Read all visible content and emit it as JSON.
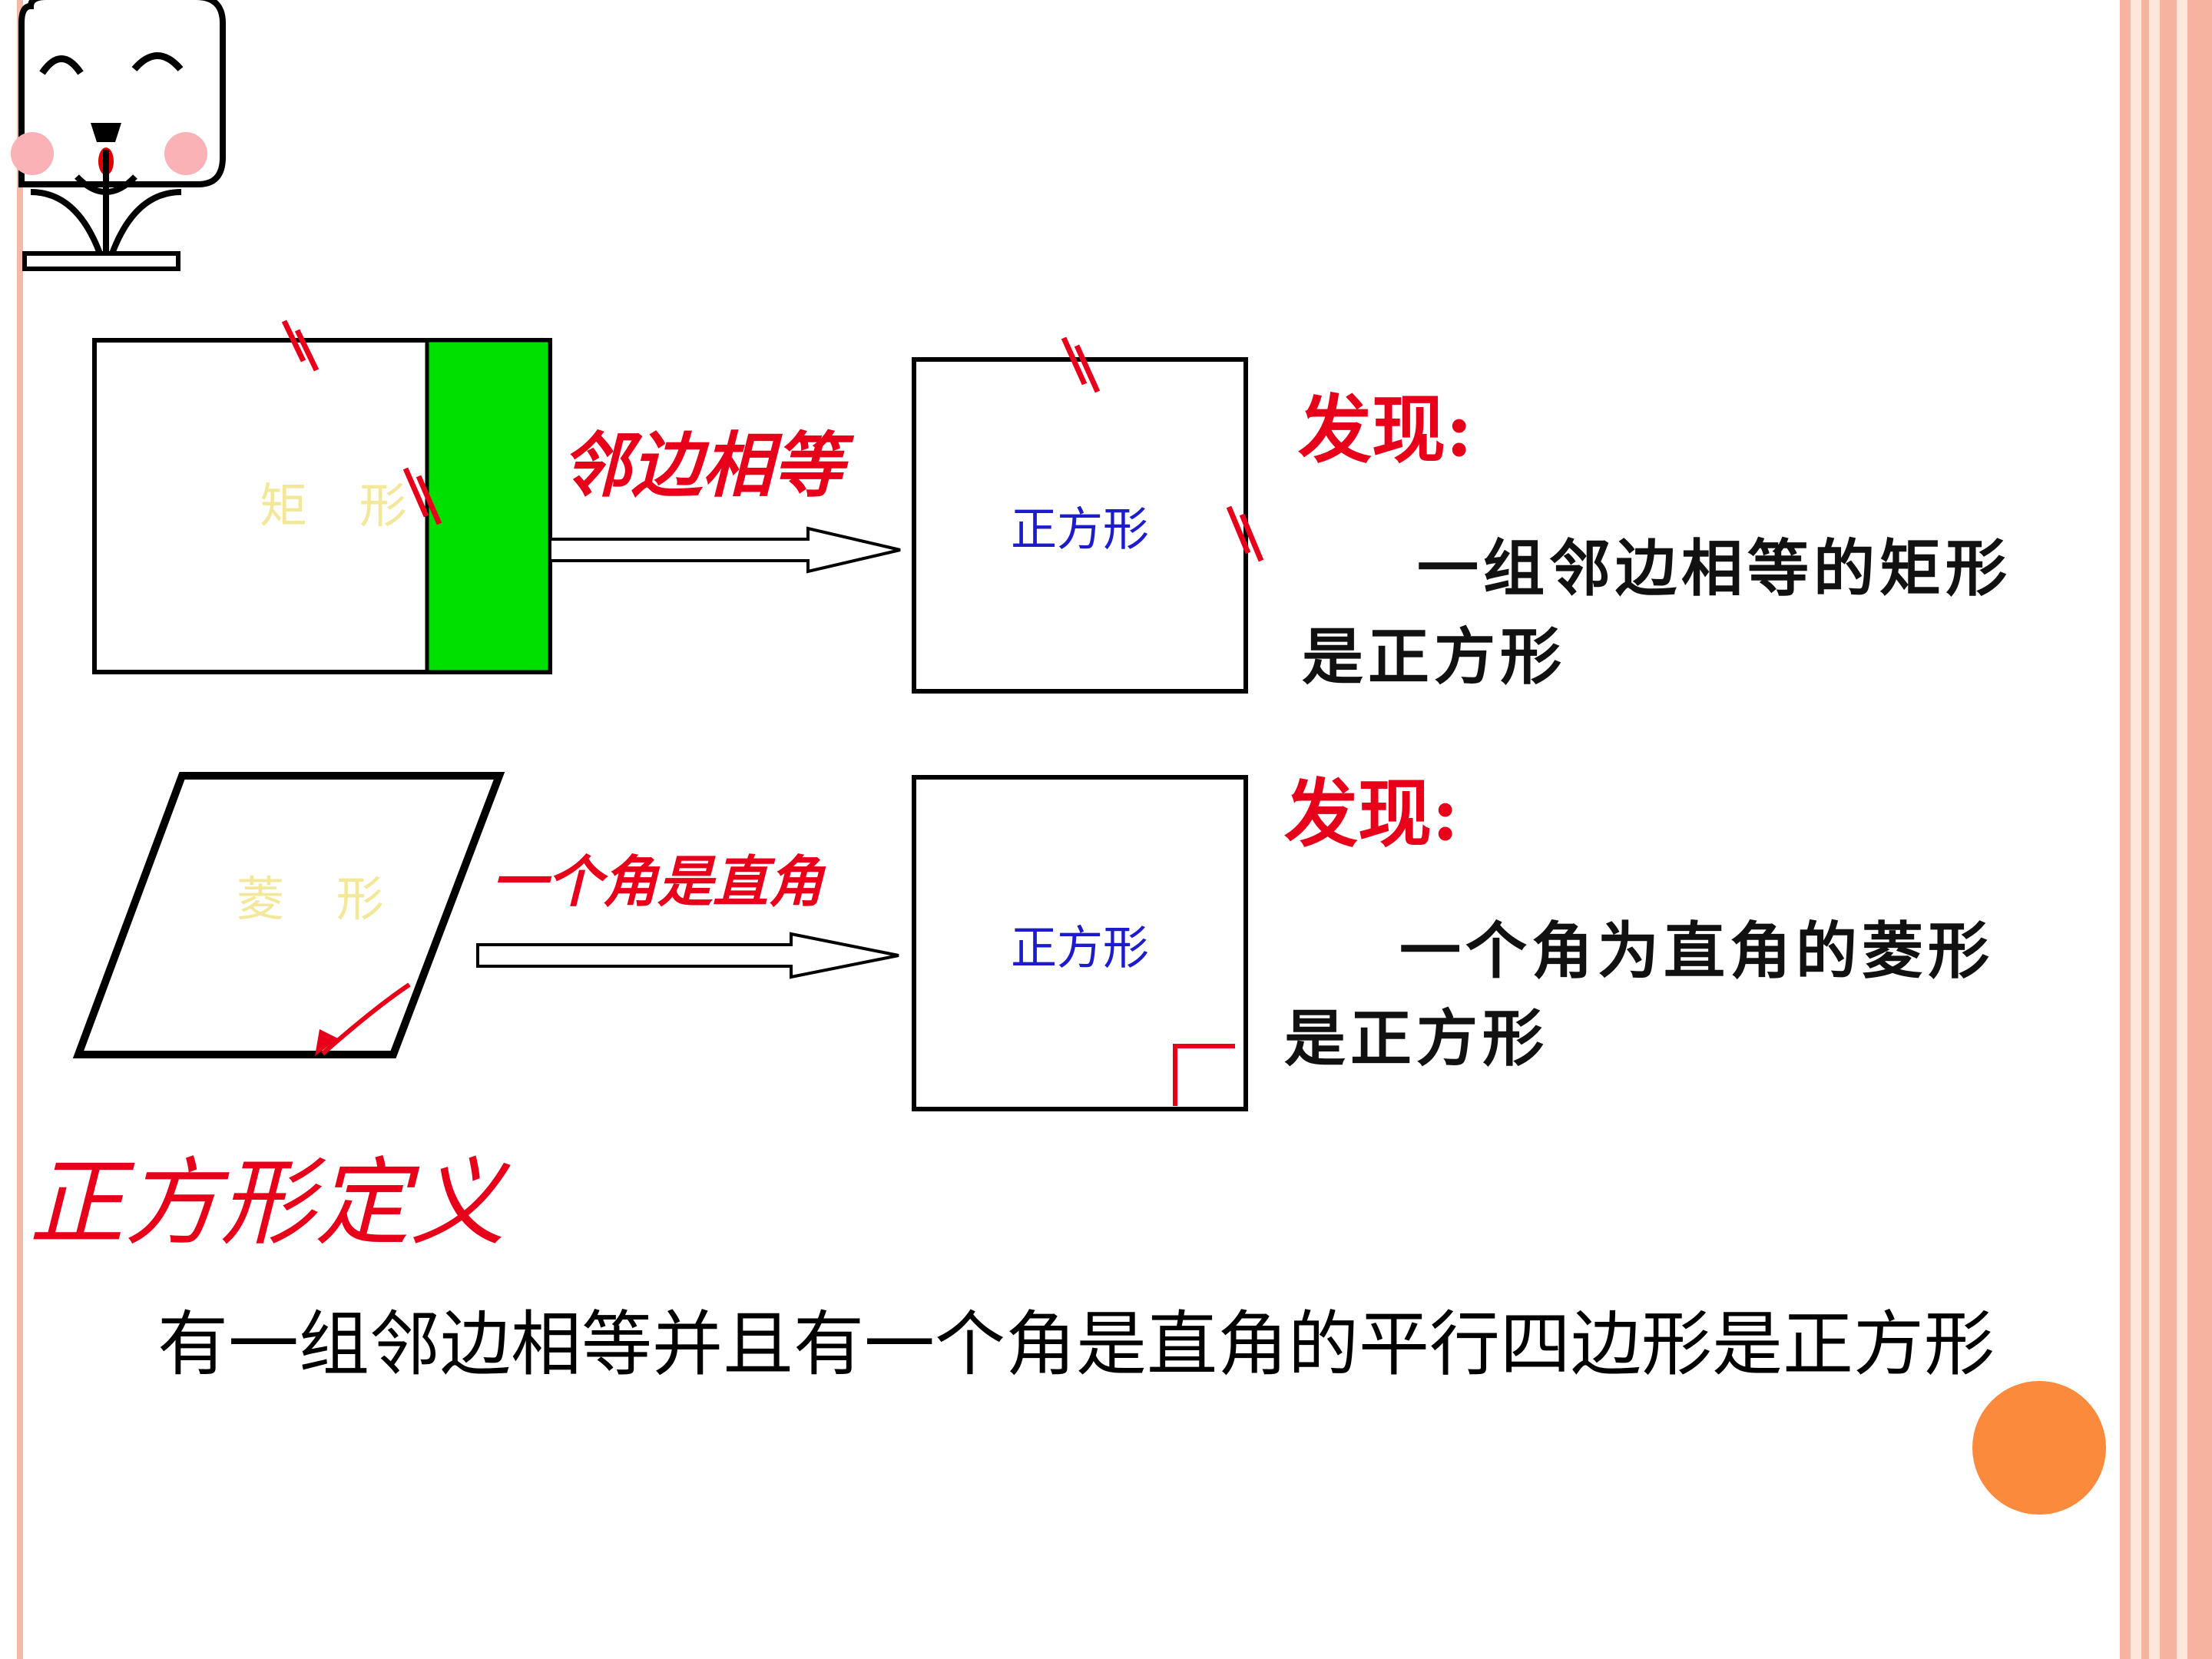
{
  "diagram": {
    "row1": {
      "shape_label": "矩 形",
      "arrow_label": "邻边相等",
      "result_label": "正方形",
      "finding_title": "发现:",
      "finding_line1": "一组邻边相等的矩形",
      "finding_line2": "是正方形"
    },
    "row2": {
      "shape_label": "菱 形",
      "arrow_label": "一个角是直角",
      "result_label": "正方形",
      "finding_title": "发现:",
      "finding_line1": "一个角为直角的菱形",
      "finding_line2": "是正方形"
    },
    "definition": {
      "title": "正方形定义",
      "text": "有一组邻边相等并且有一个角是直角的平行四边形是正方形"
    }
  },
  "colors": {
    "accent_red": "#e8001a",
    "green_fill": "#00e000",
    "label_blue": "#1c1ccc",
    "label_yellow": "#f3e89a",
    "border_pink": "#f6b9a6",
    "orange_dot": "#fb8a3c"
  },
  "icons": {
    "mascot": "cartoon-bear-icon"
  }
}
